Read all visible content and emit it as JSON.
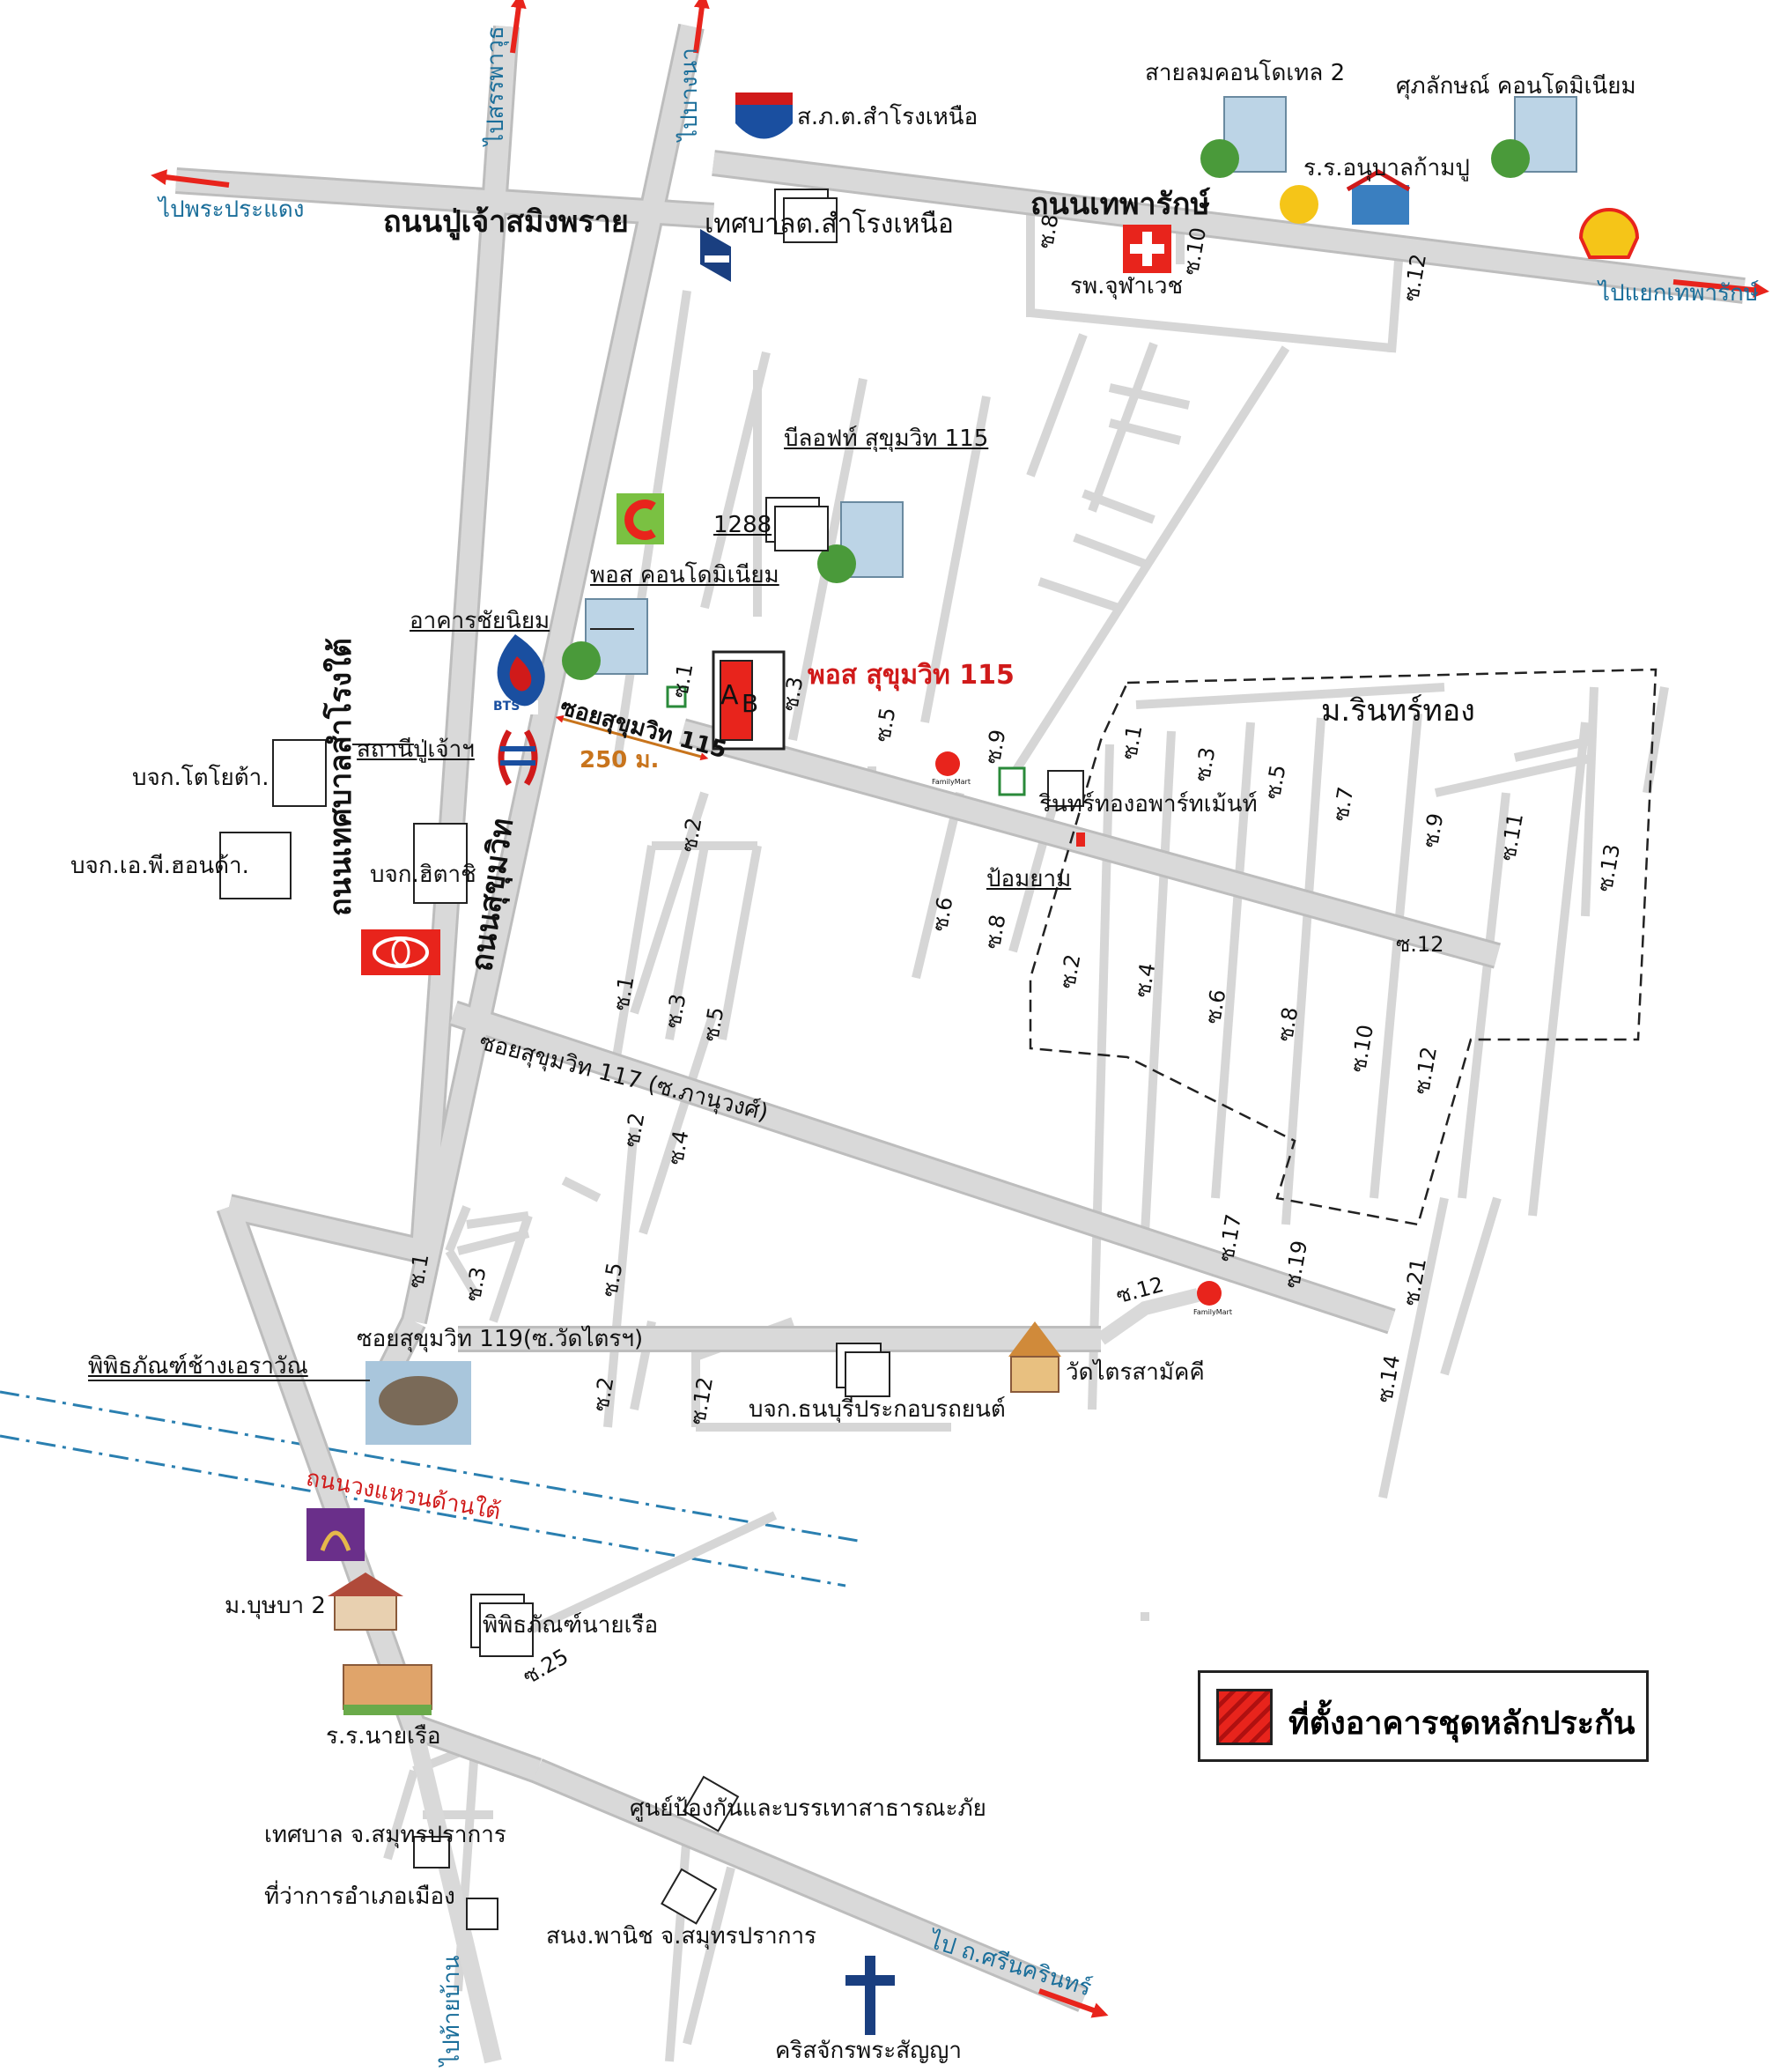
{
  "roads": {
    "poochao": "ถนนปู่เจ้าสมิงพราย",
    "thepharak": "ถนนเทพารักษ์",
    "tessaban": "ถนนเทศบาลสำโรงใต้",
    "sukhumvit": "ถนนสุขุมวิท",
    "ring": "ถนนวงแหวนด้านใต้",
    "soi115": "ซอยสุขุมวิท 115",
    "soi117": "ซอยสุขุมวิท 117 (ซ.ภานุวงศ์)",
    "soi119": "ซอยสุขุมวิท 119(ซ.วัดไตรฯ)"
  },
  "destinations": {
    "north_left": "ไปสรรพาวุธ",
    "north_right": "ไปบางนา",
    "west": "ไปพระประแดง",
    "east": "ไปแยกเทพารักษ์",
    "south_bottom": "ไปท้ายบ้าน",
    "southeast": "ไป ถ.ศรีนครินทร์"
  },
  "places": {
    "police": "ส.ภ.ต.สำโรงเหนือ",
    "municipal_n": "เทศบาลต.สำโรงเหนือ",
    "condo_saylom": "สายลมคอนโดเทล 2",
    "condo_suppalak": "ศุภลักษณ์ คอนโดมิเนียม",
    "kindergarten": "ร.ร.อนุบาลก้ามปู",
    "hospital": "รพ.จุฬาเวช",
    "blowft": "บีลอฟท์ สุขุมวิท 115",
    "b1288": "1288",
    "pos_condo": "พอส คอนโดมิเนียม",
    "chaiyaniyom": "อาคารชัยนิยม",
    "pos_main": "พอส สุขุมวิท 115",
    "unit_a": "A",
    "unit_b": "B",
    "distance": "250 ม.",
    "bts_station": "สถานีปู่เจ้าฯ",
    "bts_logo": "BTS",
    "toyota": "บจก.โตโยต้า.",
    "ap_honda": "บจก.เอ.พี.ฮอนด้า.",
    "hitachi": "บจก.ฮิตาชิ",
    "rinthong_village": "ม.รินทร์ทอง",
    "rinthong_apartment": "รินทร์ทองอพาร์ทเม้นท์",
    "police_box": "ป้อมยาม",
    "erawan_museum": "พิพิธภัณฑ์ช้างเอราวัณ",
    "thonburi_assembly": "บจก.ธนบุรีประกอบรถยนต์",
    "wat_trai": "วัดไตรสามัคคี",
    "butsaba": "ม.บุษบา 2",
    "naval_museum": "พิพิธภัณฑ์นายเรือ",
    "naval_academy": "ร.ร.นายเรือ",
    "disaster_center": "ศูนย์ป้องกันและบรรเทาสาธารณะภัย",
    "samutprakan_muni": "เทศบาล จ.สมุทรปราการ",
    "district_office": "ที่ว่าการอำเภอเมือง",
    "commerce_office": "สนง.พานิช จ.สมุทรปราการ",
    "church": "คริสจักรพระสัญญา",
    "familymart": "FamilyMart"
  },
  "sois": {
    "s8_top": "ซ.8",
    "s10_top": "ซ.10",
    "s12_top": "ซ.12",
    "s1_a": "ซ.1",
    "s3_a": "ซ.3",
    "s5_a": "ซ.5",
    "s9_a": "ซ.9",
    "s2_a": "ซ.2",
    "s6_a": "ซ.6",
    "s8_a": "ซ.8",
    "r1": "ซ.1",
    "r3": "ซ.3",
    "r5": "ซ.5",
    "r7": "ซ.7",
    "r9": "ซ.9",
    "r11": "ซ.11",
    "r13": "ซ.13",
    "r12": "ซ.12",
    "r2": "ซ.2",
    "r4": "ซ.4",
    "r6": "ซ.6",
    "r8": "ซ.8",
    "r10": "ซ.10",
    "r12b": "ซ.12",
    "m1": "ซ.1",
    "m3": "ซ.3",
    "m5": "ซ.5",
    "m2": "ซ.2",
    "m4": "ซ.4",
    "s17": "ซ.17",
    "s19": "ซ.19",
    "s21": "ซ.21",
    "s12c": "ซ.12",
    "s14": "ซ.14",
    "w1": "ซ.1",
    "w3": "ซ.3",
    "w5": "ซ.5",
    "w2": "ซ.2",
    "w12": "ซ.12",
    "s25": "ซ.25"
  },
  "legend": {
    "label": "ที่ตั้งอาคารชุดหลักประกัน"
  },
  "colors": {
    "road": "#d9d9d9",
    "road_edge": "#b8b8b8",
    "arrow": "#e8241c",
    "marker": "#e8241c",
    "dest_text": "#1a6e9a",
    "ring_dash": "#2a7fb0"
  }
}
